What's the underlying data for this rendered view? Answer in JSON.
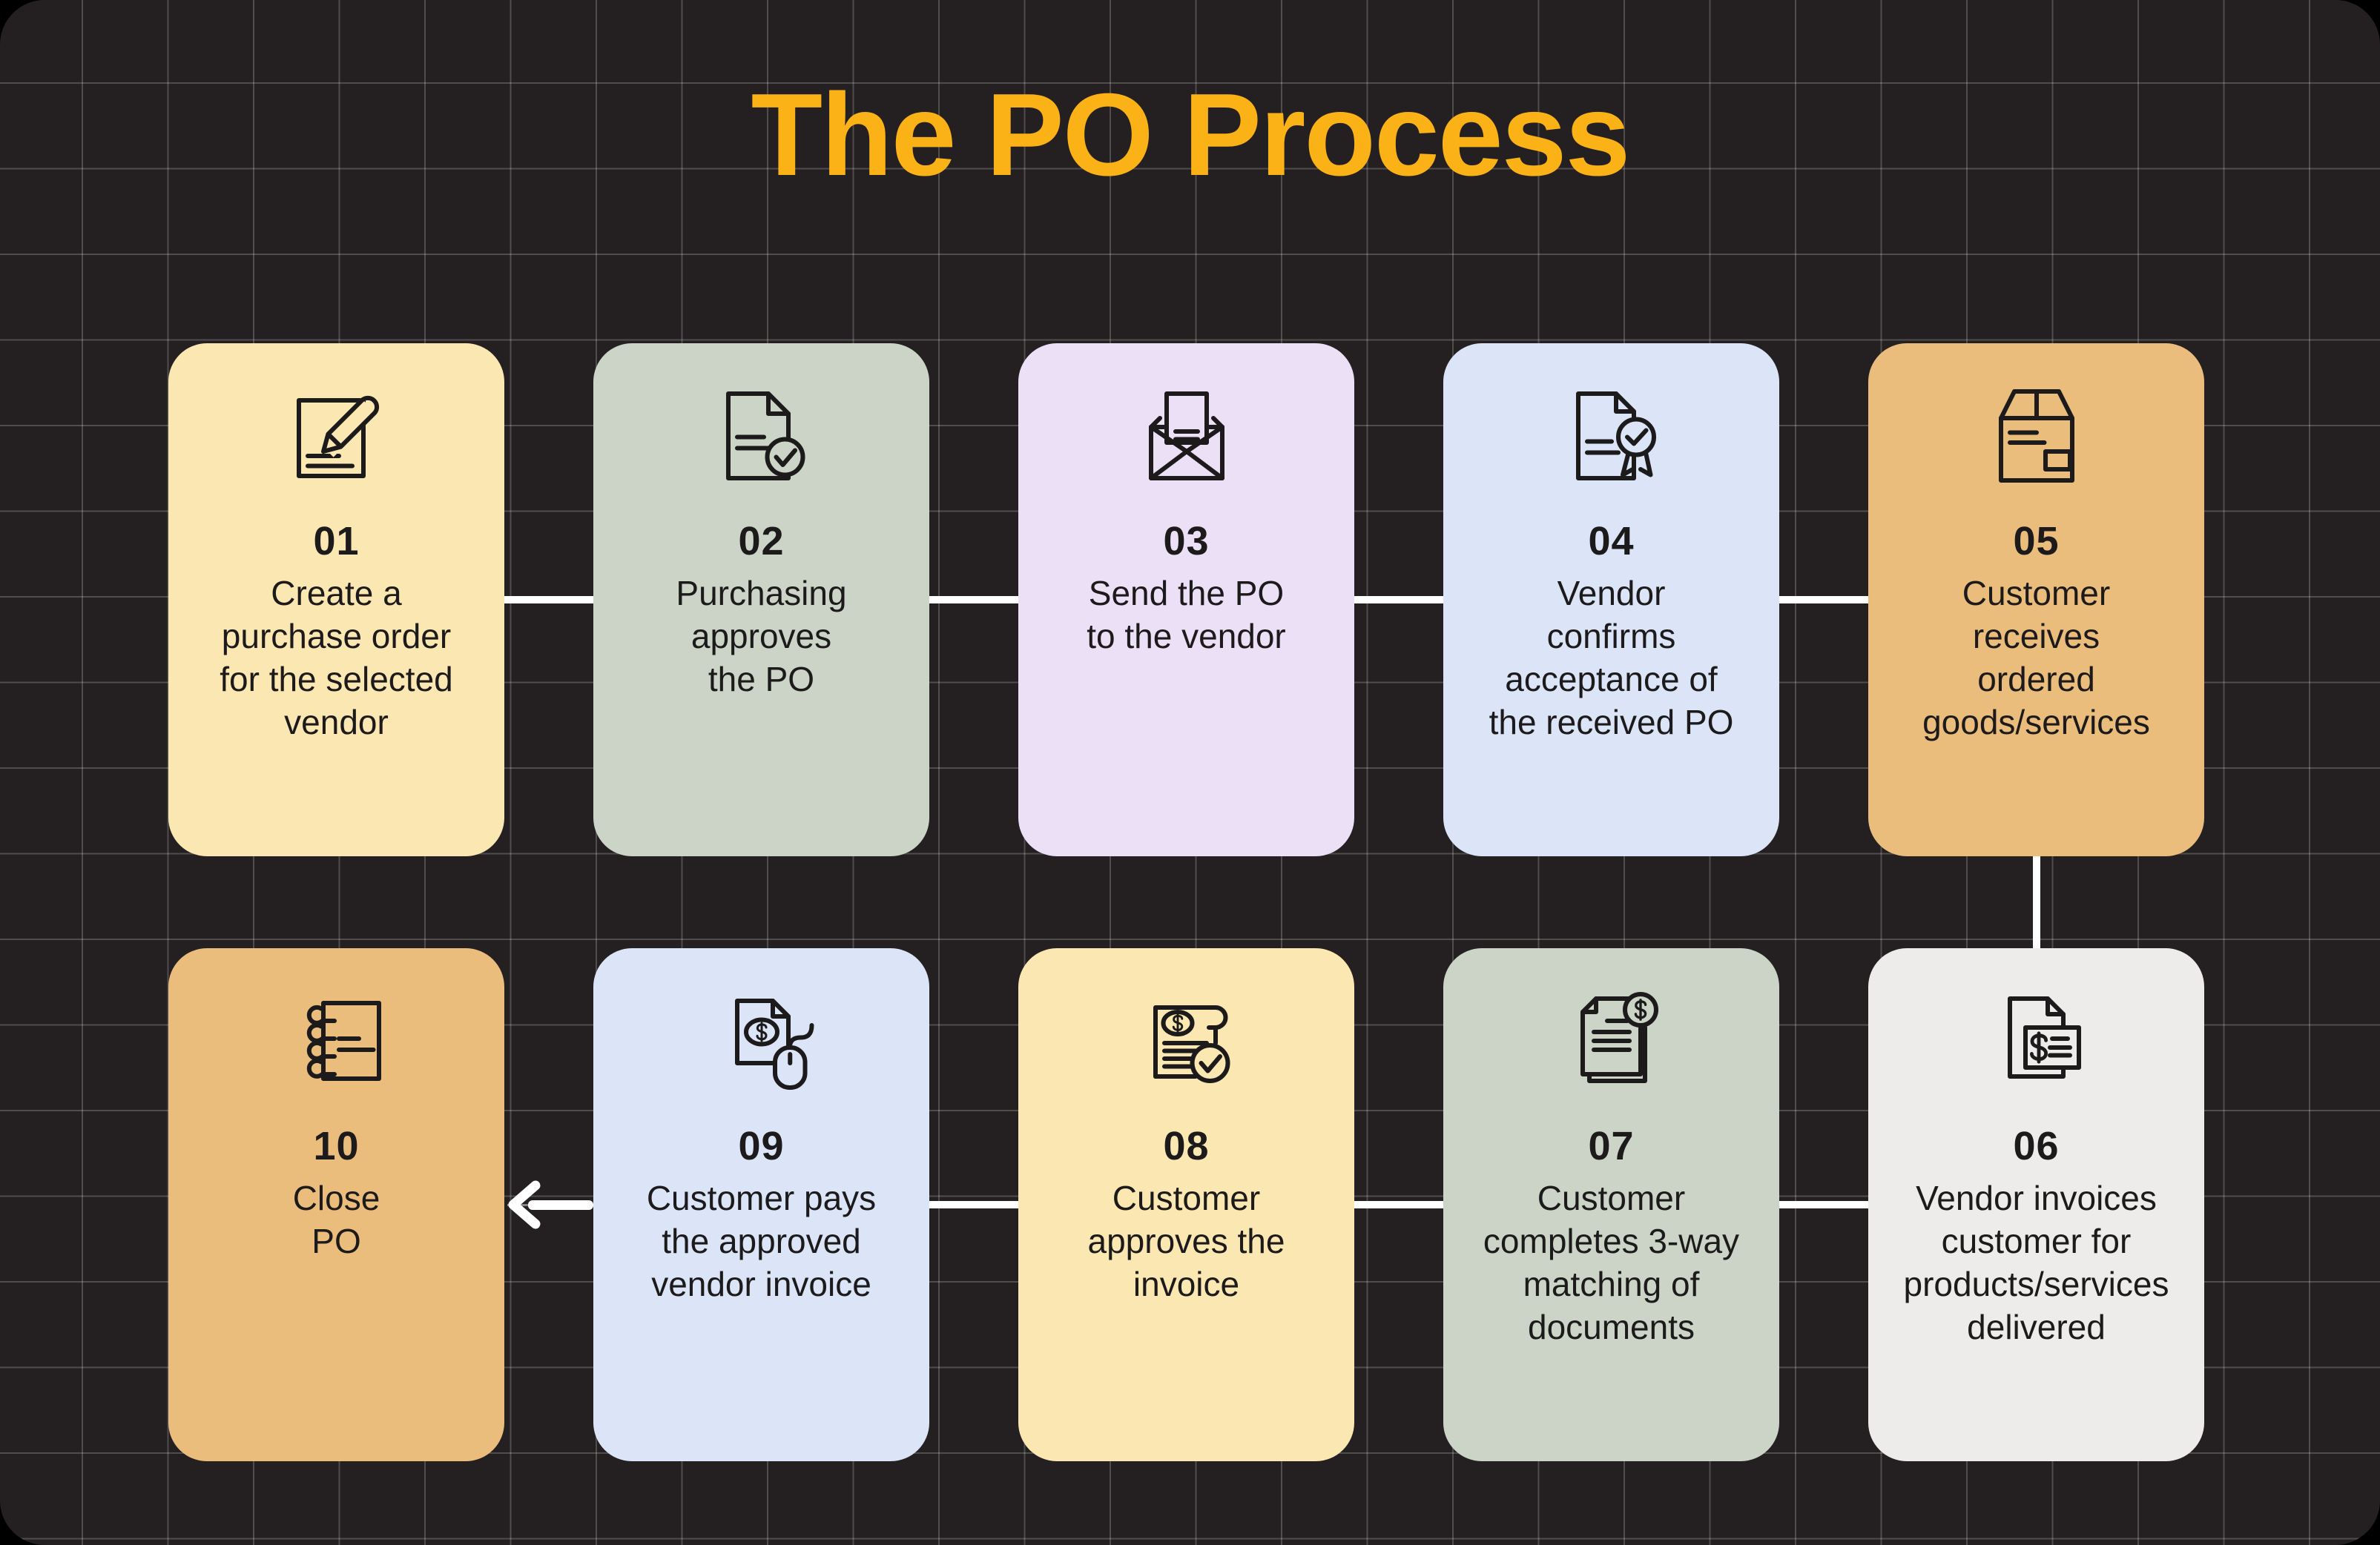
{
  "title": {
    "text": "The PO Process"
  },
  "colors": {
    "background": "#242021",
    "outside": "#000000",
    "grid_line": "#6B6767",
    "title": "#FBB216",
    "text": "#1C1A1A",
    "connector": "#FFFFFF",
    "card_cream": "#FAE7B2",
    "card_sage": "#CBD4C6",
    "card_lavender": "#ECE0F7",
    "card_blue": "#DBE5F7",
    "card_tan": "#EBBD7D",
    "card_gray": "#EDECEB"
  },
  "steps": [
    {
      "number": "01",
      "icon": "document-pencil-icon",
      "color": "card_cream",
      "lines": [
        "Create a",
        "purchase order",
        "for the selected",
        "vendor"
      ]
    },
    {
      "number": "02",
      "icon": "document-check-icon",
      "color": "card_sage",
      "lines": [
        "Purchasing",
        "approves",
        "the PO"
      ]
    },
    {
      "number": "03",
      "icon": "envelope-letter-icon",
      "color": "card_lavender",
      "lines": [
        "Send the PO",
        "to the vendor"
      ]
    },
    {
      "number": "04",
      "icon": "document-ribbon-icon",
      "color": "card_blue",
      "lines": [
        "Vendor",
        "confirms",
        "acceptance of",
        "the received PO"
      ]
    },
    {
      "number": "05",
      "icon": "package-box-icon",
      "color": "card_tan",
      "lines": [
        "Customer",
        "receives",
        "ordered",
        "goods/services"
      ]
    },
    {
      "number": "06",
      "icon": "invoice-card-icon",
      "color": "card_gray",
      "lines": [
        "Vendor invoices",
        "customer for",
        "products/services",
        "delivered"
      ]
    },
    {
      "number": "07",
      "icon": "documents-dollar-icon",
      "color": "card_sage",
      "lines": [
        "Customer",
        "completes 3-way",
        "matching of",
        "documents"
      ]
    },
    {
      "number": "08",
      "icon": "receipt-approved-icon",
      "color": "card_cream",
      "lines": [
        "Customer",
        "approves the",
        "invoice"
      ]
    },
    {
      "number": "09",
      "icon": "payment-mouse-icon",
      "color": "card_blue",
      "lines": [
        "Customer pays",
        "the approved",
        "vendor invoice"
      ]
    },
    {
      "number": "10",
      "icon": "notebook-icon",
      "color": "card_tan",
      "lines": [
        "Close",
        "PO"
      ]
    }
  ],
  "rows": [
    [
      "01",
      "02",
      "03",
      "04",
      "05"
    ],
    [
      "10",
      "09",
      "08",
      "07",
      "06"
    ]
  ]
}
